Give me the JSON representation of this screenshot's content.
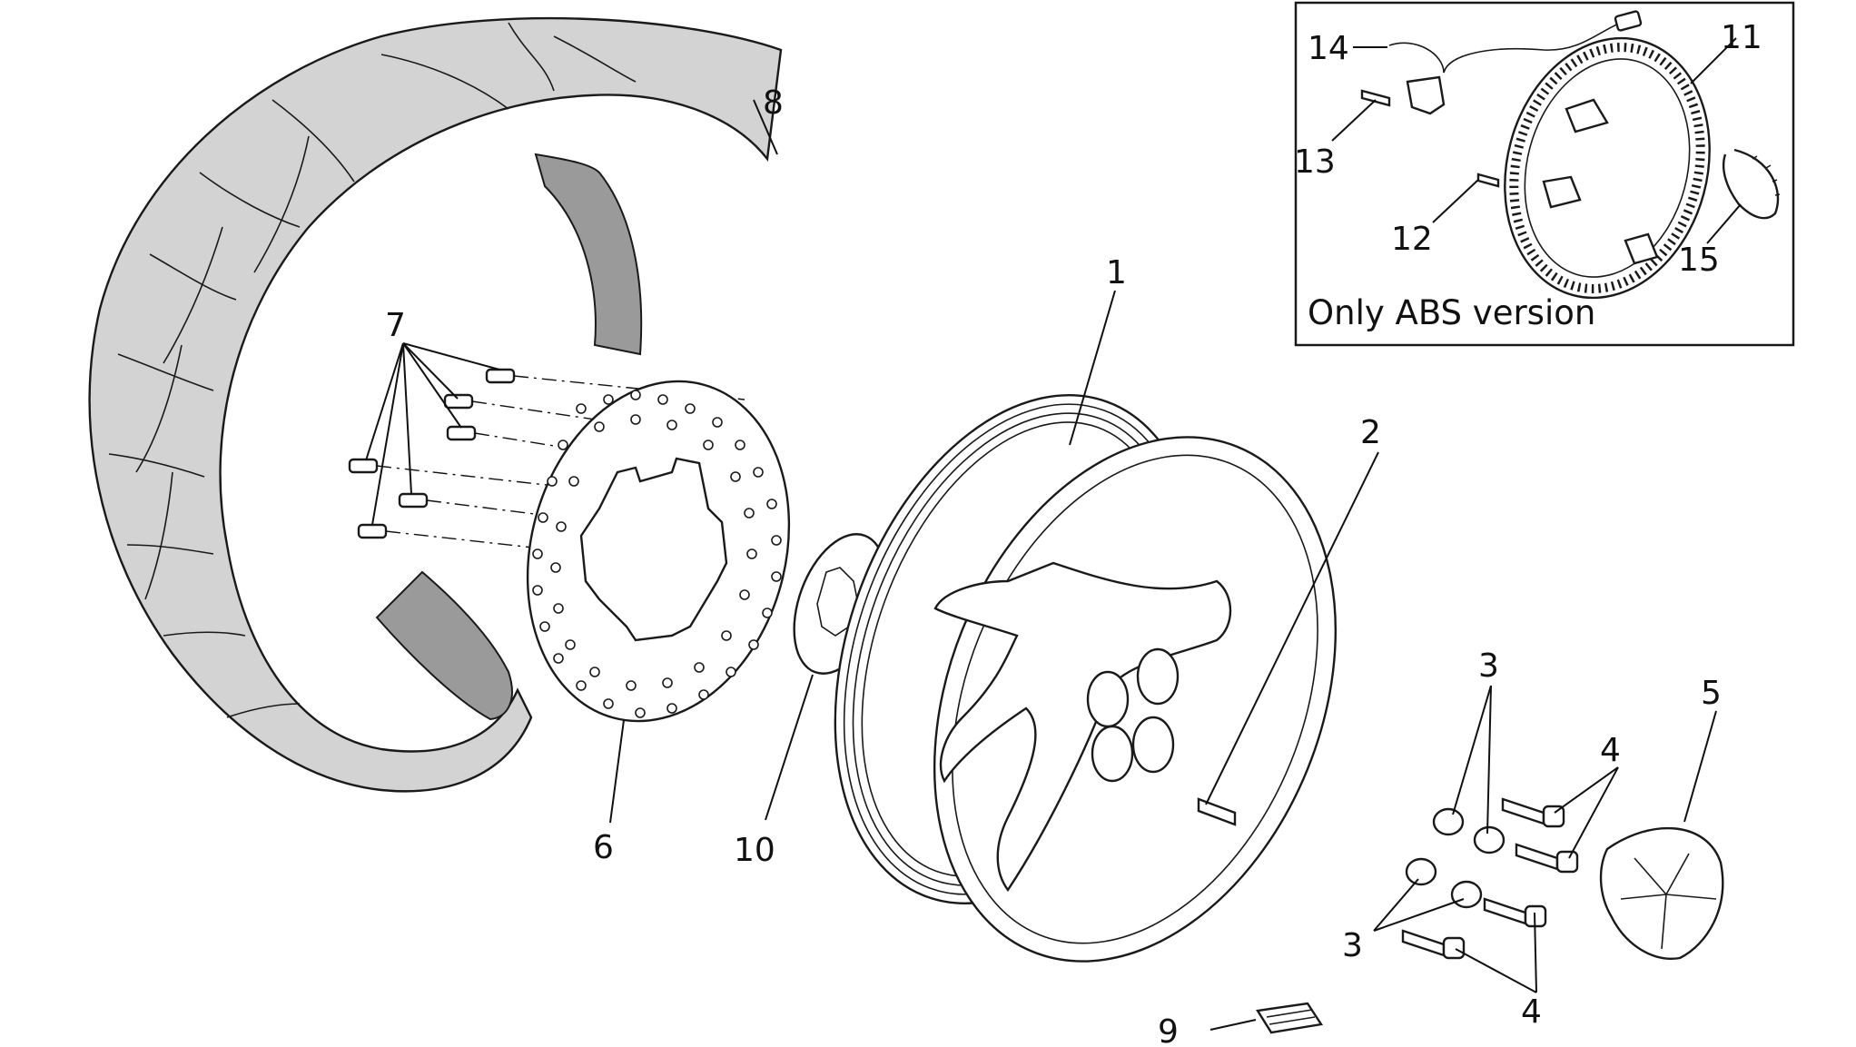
{
  "diagram": {
    "labels": {
      "p1": "1",
      "p2": "2",
      "p3a": "3",
      "p3b": "3",
      "p4a": "4",
      "p4b": "4",
      "p5": "5",
      "p6": "6",
      "p7": "7",
      "p8": "8",
      "p9": "9",
      "p10": "10",
      "p11": "11",
      "p12": "12",
      "p13": "13",
      "p14": "14",
      "p15": "15"
    },
    "inset_caption": "Only ABS version"
  },
  "colors": {
    "line": "#1a1a1a",
    "tyre_fill": "#d3d3d3",
    "tyre_inner_fill": "#9a9a9a",
    "tread": "#8c8c8c",
    "part_fill": "#ffffff",
    "background": "#ffffff"
  }
}
